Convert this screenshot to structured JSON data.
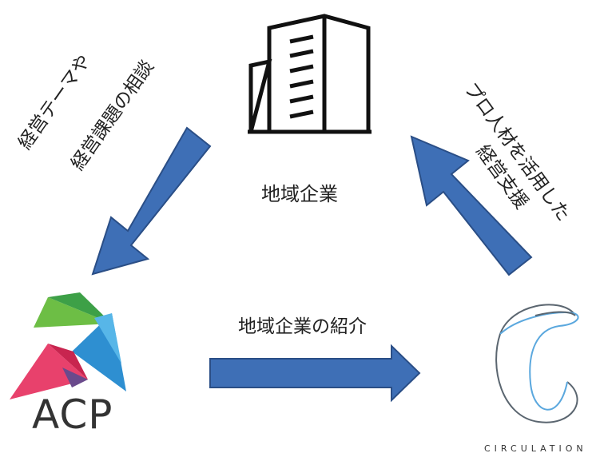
{
  "nodes": {
    "center": {
      "label": "地域企業",
      "icon": "office-building-icon"
    },
    "left": {
      "label": "ACP",
      "icon": "acp-logo"
    },
    "right": {
      "label": "CIRCULATION",
      "icon": "circulation-logo"
    }
  },
  "edges": {
    "center_to_left": {
      "lines": [
        "経営テーマや",
        "経営課題の相談"
      ]
    },
    "left_to_right": {
      "label": "地域企業の紹介"
    },
    "right_to_center": {
      "lines": [
        "プロ人材を活用した",
        "経営支援"
      ]
    }
  },
  "colors": {
    "arrow_fill": "#3E6FB6",
    "arrow_stroke": "#2A4E86",
    "building": "#111111",
    "acp_green": "#6DBE45",
    "acp_blue": "#2E8FD1",
    "acp_pink": "#E8416C",
    "circulation_blue": "#5BA8DE",
    "circulation_gray": "#5B6670"
  }
}
